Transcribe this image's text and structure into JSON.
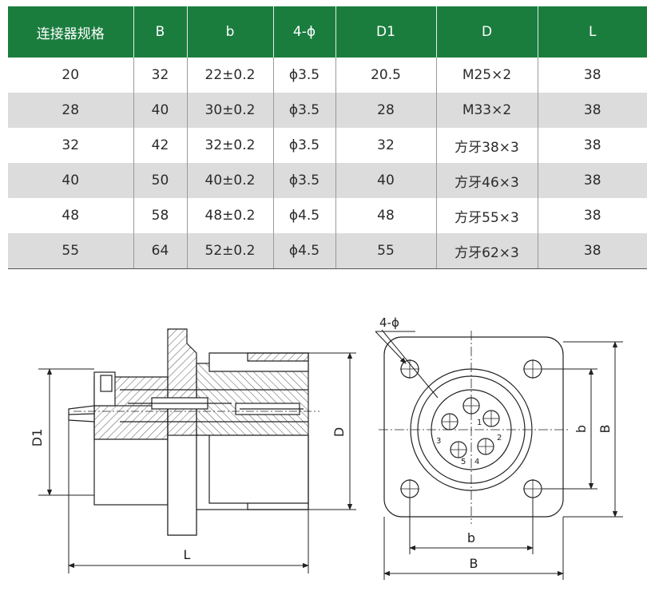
{
  "table": {
    "headers": [
      "连接器规格",
      "B",
      "b",
      "4-ϕ",
      "D1",
      "D",
      "L"
    ],
    "rows": [
      [
        "20",
        "32",
        "22±0.2",
        "ϕ3.5",
        "20.5",
        "M25×2",
        "38"
      ],
      [
        "28",
        "40",
        "30±0.2",
        "ϕ3.5",
        "28",
        "M33×2",
        "38"
      ],
      [
        "32",
        "42",
        "32±0.2",
        "ϕ3.5",
        "32",
        "方牙38×3",
        "38"
      ],
      [
        "40",
        "50",
        "40±0.2",
        "ϕ3.5",
        "40",
        "方牙46×3",
        "38"
      ],
      [
        "48",
        "58",
        "48±0.2",
        "ϕ4.5",
        "48",
        "方牙55×3",
        "38"
      ],
      [
        "55",
        "64",
        "52±0.2",
        "ϕ4.5",
        "55",
        "方牙62×3",
        "38"
      ]
    ]
  },
  "side_view": {
    "d1_label": "D1",
    "d_label": "D",
    "l_label": "L"
  },
  "front_view": {
    "hole_label": "4-ϕ",
    "b_small_right": "b",
    "b_big_right": "B",
    "b_small_bottom": "b",
    "b_big_bottom": "B",
    "pin_numbers": [
      "1",
      "2",
      "3",
      "4",
      "5"
    ]
  }
}
